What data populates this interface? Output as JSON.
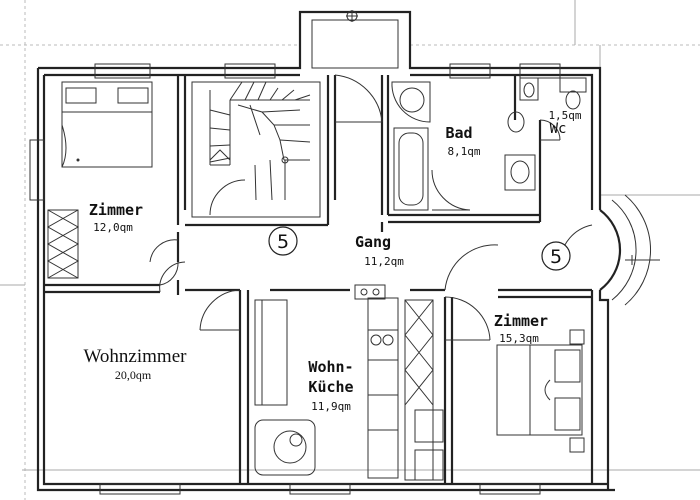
{
  "rooms": {
    "zimmer_left": {
      "name": "Zimmer",
      "area": "12,0qm"
    },
    "gang": {
      "name": "Gang",
      "area": "11,2qm"
    },
    "bad": {
      "name": "Bad",
      "area": "8,1qm"
    },
    "wc": {
      "name": "Wc",
      "area": "1,5qm"
    },
    "wohnzimmer": {
      "name": "Wohnzimmer",
      "area": "20,0qm"
    },
    "wohnkueche": {
      "name_line1": "Wohn-",
      "name_line2": "Küche",
      "area": "11,9qm"
    },
    "zimmer_right": {
      "name": "Zimmer",
      "area": "15,3qm"
    }
  },
  "markers": {
    "left": "5",
    "right": "5"
  }
}
